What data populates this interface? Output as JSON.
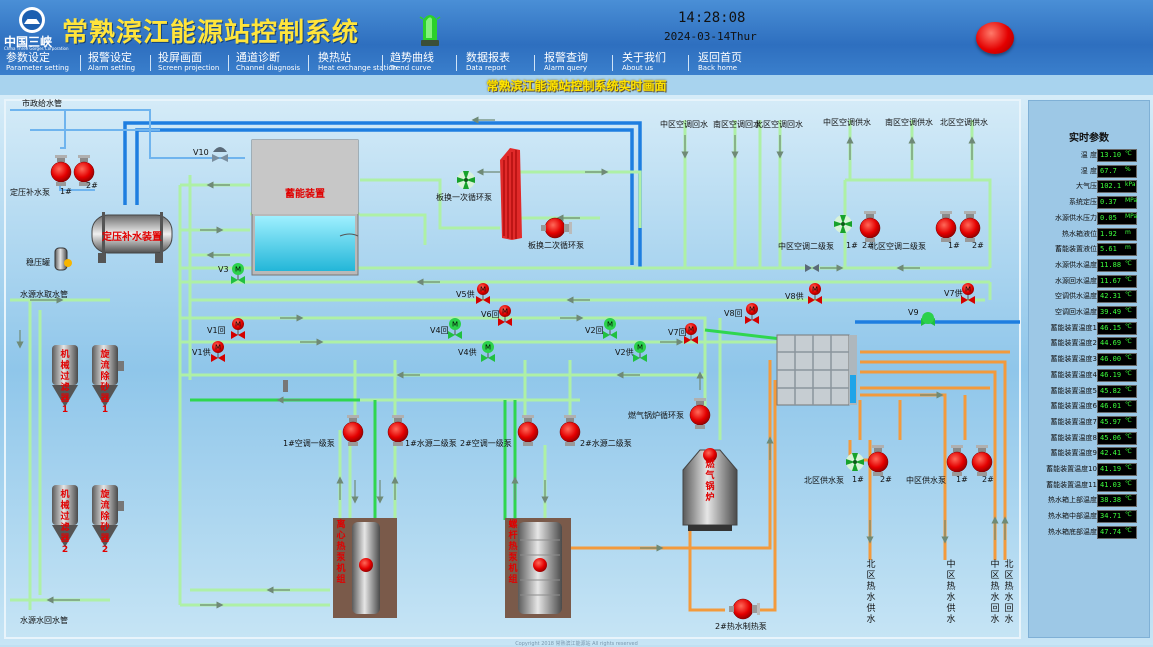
{
  "header": {
    "logo_text": "中国三峡",
    "logo_sub": "China Three Gorges Corporation",
    "title": "常熟滨江能源站控制系统",
    "time": "14:28:08",
    "date": "2024-03-14Thur"
  },
  "menu": [
    {
      "zh": "参数设定",
      "en": "Parameter setting"
    },
    {
      "zh": "报警设定",
      "en": "Alarm setting"
    },
    {
      "zh": "投屏画面",
      "en": "Screen projection"
    },
    {
      "zh": "通道诊断",
      "en": "Channel diagnosis"
    },
    {
      "zh": "换热站",
      "en": "Heat exchange station"
    },
    {
      "zh": "趋势曲线",
      "en": "Trend curve"
    },
    {
      "zh": "数据报表",
      "en": "Data report"
    },
    {
      "zh": "报警查询",
      "en": "Alarm query"
    },
    {
      "zh": "关于我们",
      "en": "About us"
    },
    {
      "zh": "返回首页",
      "en": "Back home"
    }
  ],
  "subtitle": "常熟滨江能源站控制系统实时画面",
  "diagram": {
    "labels": {
      "city_water": "市政给水管",
      "const_pressure_pumps": "定压补水泵",
      "pump1": "1#",
      "pump2": "2#",
      "v10": "V10",
      "storage_device": "蓄能装置",
      "const_pressure_device": "定压补水装置",
      "pressure_tank": "稳压罐",
      "src_supply": "水源水取水管",
      "src_return": "水源水回水管",
      "plate_primary": "板换一次循环泵",
      "plate_secondary": "板换二次循环泵",
      "mid_ac_return": "中区空调回水",
      "south_ac_return": "南区空调回水",
      "north_ac_return": "北区空调回水",
      "mid_ac_supply": "中区空调供水",
      "south_ac_supply": "南区空调供水",
      "north_ac_supply": "北区空调供水",
      "mid_ac_second": "中区空调二级泵",
      "north_ac_second": "北区空调二级泵",
      "p_1": "1#",
      "p_2": "2#",
      "p_1b": "1#",
      "p_2b": "2#",
      "v1_return": "V1回",
      "v1_supply": "V1供",
      "v2_return": "V2回",
      "v2_supply": "V2供",
      "v3": "V3",
      "v4_return": "V4回",
      "v4_supply": "V4供",
      "v5_supply": "V5供",
      "v6_return": "V6回",
      "v7_return": "V7回",
      "v7_supply": "V7供",
      "v8_return": "V8回",
      "v8_supply": "V8供",
      "v9": "V9",
      "filter_a": "机械过滤器1",
      "filter_b": "旋流除砂器1",
      "filter_c": "机械过滤器2",
      "filter_d": "旋流除砂器2",
      "ac_first_1": "1#空调一级泵",
      "src_second_1": "1#水源二级泵",
      "ac_first_2": "2#空调一级泵",
      "src_second_2": "2#水源二级泵",
      "boiler_pump": "燃气锅炉循环泵",
      "boiler": "燃气锅炉",
      "centrifugal": "离心热泵机组",
      "screw": "螺杆热泵机组",
      "hot_water_pump": "2#热水制热泵",
      "north_supply_pump": "北区供水泵",
      "mid_supply_pump": "中区供水泵",
      "p1c": "1#",
      "p2c": "2#",
      "p1d": "1#",
      "p2d": "2#",
      "north_heat_supply": "北区热水供水",
      "mid_heat_supply": "中区热水供水",
      "mid_heat_return": "中区热水回水",
      "north_heat_return": "北区热水回水"
    }
  },
  "panel": {
    "title": "实时参数",
    "rows": [
      {
        "label": "温  度",
        "value": "13.10",
        "unit": "℃"
      },
      {
        "label": "湿  度",
        "value": "67.7",
        "unit": "%"
      },
      {
        "label": "大气压",
        "value": "102.1",
        "unit": "kPa"
      },
      {
        "label": "系统定压",
        "value": "0.37",
        "unit": "MPa"
      },
      {
        "label": "水源供水压力",
        "value": "0.05",
        "unit": "MPa"
      },
      {
        "label": "热水箱液位",
        "value": "1.92",
        "unit": "m"
      },
      {
        "label": "蓄能装置液位",
        "value": "5.61",
        "unit": "m"
      },
      {
        "label": "水源供水温度",
        "value": "11.88",
        "unit": "℃"
      },
      {
        "label": "水源回水温度",
        "value": "11.67",
        "unit": "℃"
      },
      {
        "label": "空调供水温度",
        "value": "42.31",
        "unit": "℃"
      },
      {
        "label": "空调回水温度",
        "value": "39.49",
        "unit": "℃"
      },
      {
        "label": "蓄能装置温度1",
        "value": "46.15",
        "unit": "℃"
      },
      {
        "label": "蓄能装置温度2",
        "value": "44.69",
        "unit": "℃"
      },
      {
        "label": "蓄能装置温度3",
        "value": "46.00",
        "unit": "℃"
      },
      {
        "label": "蓄能装置温度4",
        "value": "46.19",
        "unit": "℃"
      },
      {
        "label": "蓄能装置温度5",
        "value": "45.82",
        "unit": "℃"
      },
      {
        "label": "蓄能装置温度6",
        "value": "46.01",
        "unit": "℃"
      },
      {
        "label": "蓄能装置温度7",
        "value": "45.97",
        "unit": "℃"
      },
      {
        "label": "蓄能装置温度8",
        "value": "45.06",
        "unit": "℃"
      },
      {
        "label": "蓄能装置温度9",
        "value": "42.41",
        "unit": "℃"
      },
      {
        "label": "蓄能装置温度10",
        "value": "41.19",
        "unit": "℃"
      },
      {
        "label": "蓄能装置温度11",
        "value": "41.03",
        "unit": "℃"
      },
      {
        "label": "热水箱上部温度",
        "value": "38.38",
        "unit": "℃"
      },
      {
        "label": "热水箱中部温度",
        "value": "34.71",
        "unit": "℃"
      },
      {
        "label": "热水箱底部温度",
        "value": "47.74",
        "unit": "℃"
      }
    ]
  },
  "footer": "Copyright 2018 常熟滨江能源站 All rights reserved",
  "colors": {
    "header_blue": "#2e6fbf",
    "title_yellow": "#ffe43b",
    "pipe_blue": "#1e7ee0",
    "pipe_lightgreen": "#aef0a6",
    "pipe_green": "#2fd64f",
    "pipe_orange": "#f39a3c",
    "pump_red": "#e60000",
    "value_green": "#3cff3c"
  }
}
